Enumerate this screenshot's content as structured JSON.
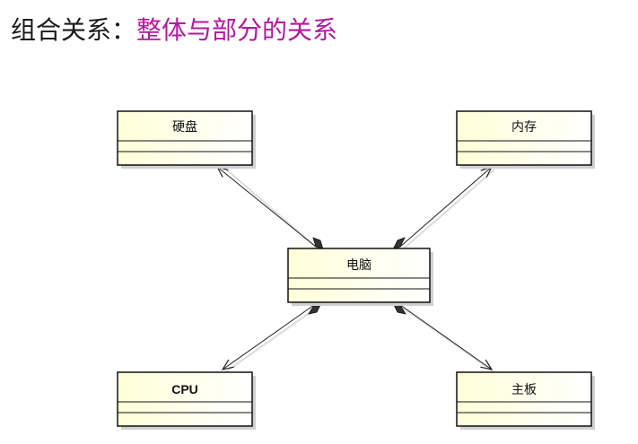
{
  "title": {
    "prefix": "组合关系：",
    "highlight": "整体与部分的关系"
  },
  "colors": {
    "title_text": "#1a1a1a",
    "title_highlight": "#b5179e",
    "class_fill": "#ffffe0",
    "class_border": "#111111",
    "diamond_fill": "#333333"
  },
  "diagram": {
    "whole": {
      "id": "computer",
      "name": "电脑"
    },
    "parts": [
      {
        "id": "hard-disk",
        "name": "硬盘"
      },
      {
        "id": "memory",
        "name": "内存"
      },
      {
        "id": "cpu",
        "name": "CPU"
      },
      {
        "id": "motherboard",
        "name": "主板"
      }
    ],
    "relationship": "composition"
  }
}
